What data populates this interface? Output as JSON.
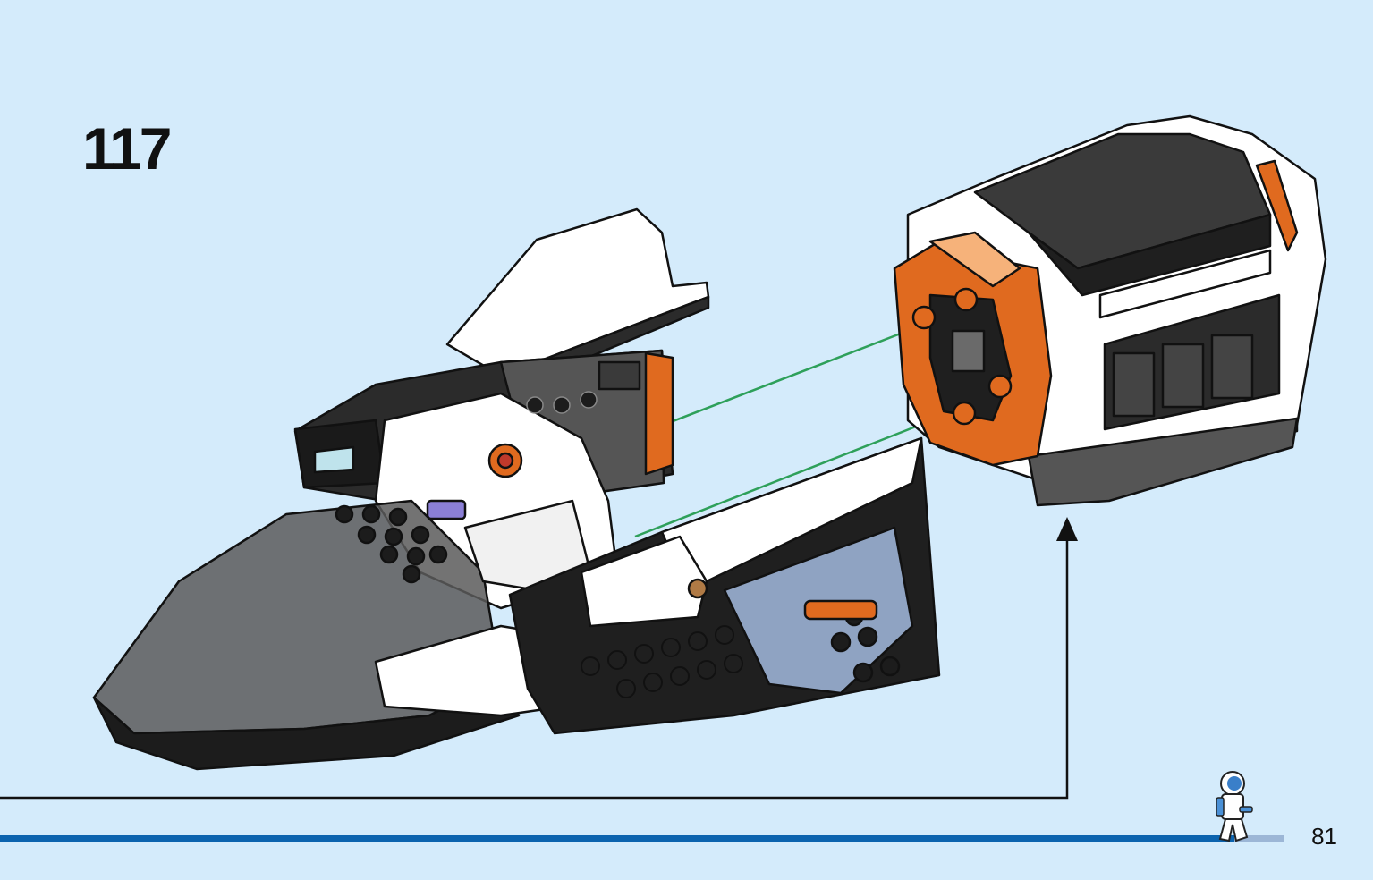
{
  "step": {
    "number": "117"
  },
  "page": {
    "number": "81"
  },
  "figures": {
    "main_model": "spaceship-fuselage",
    "sub_assembly": "crew-module",
    "callout_arrow": "arrow-up-icon",
    "progress_mascot": "astronaut-icon"
  },
  "colors": {
    "background": "#d4ebfb",
    "progress_bar": "#0b63ae",
    "guide_line": "#2ea05a",
    "orange": "#e06a1f",
    "black": "#1c1c1c",
    "white": "#ffffff",
    "sand_blue": "#8fa3c2"
  }
}
